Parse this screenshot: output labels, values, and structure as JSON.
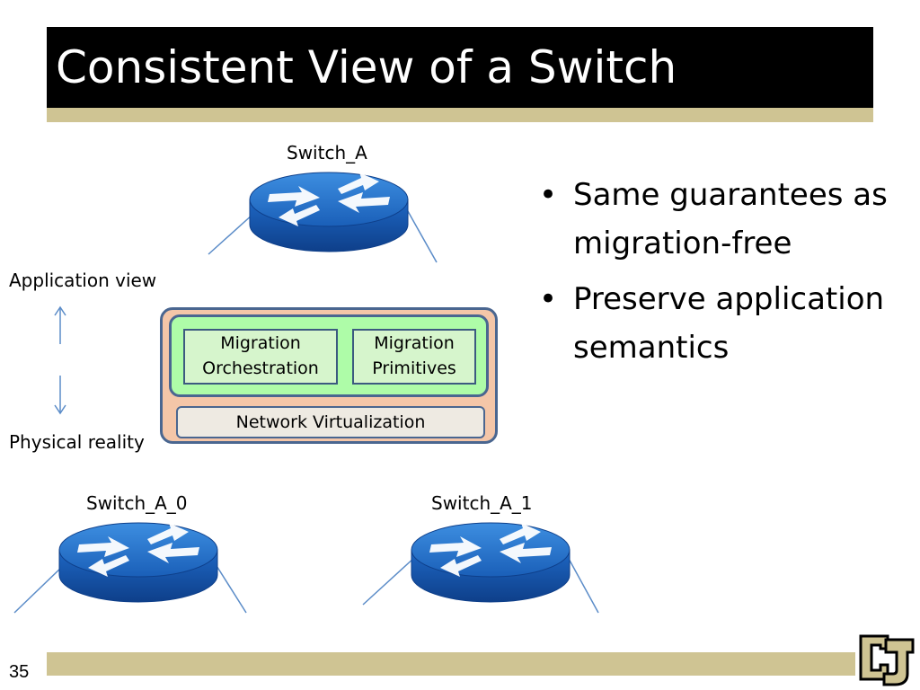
{
  "slide": {
    "title": "Consistent View of a Switch",
    "number": "35"
  },
  "diagram": {
    "top_switch_label": "Switch_A",
    "bottom_left_switch_label": "Switch_A_0",
    "bottom_right_switch_label": "Switch_A_1",
    "application_view_label": "Application view",
    "physical_reality_label": "Physical reality",
    "orchestration_line1": "Migration",
    "orchestration_line2": "Orchestration",
    "primitives_line1": "Migration",
    "primitives_line2": "Primitives",
    "network_virtualization": "Network Virtualization"
  },
  "bullets": [
    "Same guarantees as migration-free",
    "Preserve application semantics"
  ],
  "colors": {
    "title_background": "#000000",
    "accent_gold": "#cfc493",
    "router_blue": "#1f6fc9",
    "outer_box": "#f4c6a8",
    "inner_box": "#aefca8"
  }
}
